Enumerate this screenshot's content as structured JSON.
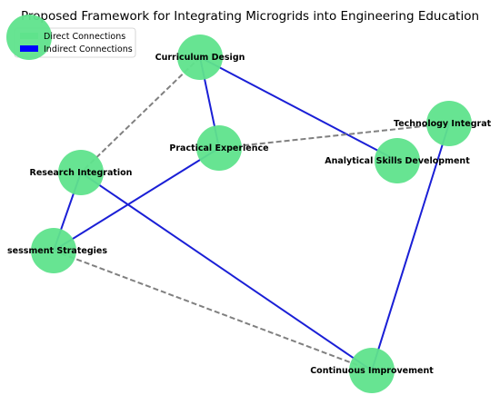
{
  "title": "Proposed Framework for Integrating Microgrids into Engineering Education",
  "legend": {
    "direct_label": "Direct Connections",
    "indirect_label": "Indirect Connections"
  },
  "colors": {
    "node_fill": "#5fe38c",
    "direct_edge": "#1a1fd6",
    "indirect_edge": "#808080",
    "legend_direct_swatch": "#5fe38c",
    "legend_indirect_swatch": "#0000ff"
  },
  "nodes": [
    {
      "id": "curriculum",
      "label": "Curriculum Design"
    },
    {
      "id": "practical",
      "label": "Practical Experience"
    },
    {
      "id": "technology",
      "label": "Technology Integrat"
    },
    {
      "id": "analytical",
      "label": "Analytical Skills Development"
    },
    {
      "id": "research",
      "label": "Research Integration"
    },
    {
      "id": "assessment",
      "label": "sessment Strategies"
    },
    {
      "id": "continuous",
      "label": "Continuous Improvement"
    }
  ],
  "edges": [
    {
      "from": "curriculum",
      "to": "practical",
      "kind": "direct"
    },
    {
      "from": "curriculum",
      "to": "analytical",
      "kind": "direct"
    },
    {
      "from": "research",
      "to": "continuous",
      "kind": "direct"
    },
    {
      "from": "assessment",
      "to": "research",
      "kind": "direct"
    },
    {
      "from": "assessment",
      "to": "practical",
      "kind": "direct"
    },
    {
      "from": "technology",
      "to": "continuous",
      "kind": "direct"
    },
    {
      "from": "curriculum",
      "to": "research",
      "kind": "indirect"
    },
    {
      "from": "practical",
      "to": "technology",
      "kind": "indirect"
    },
    {
      "from": "assessment",
      "to": "continuous",
      "kind": "indirect"
    }
  ]
}
